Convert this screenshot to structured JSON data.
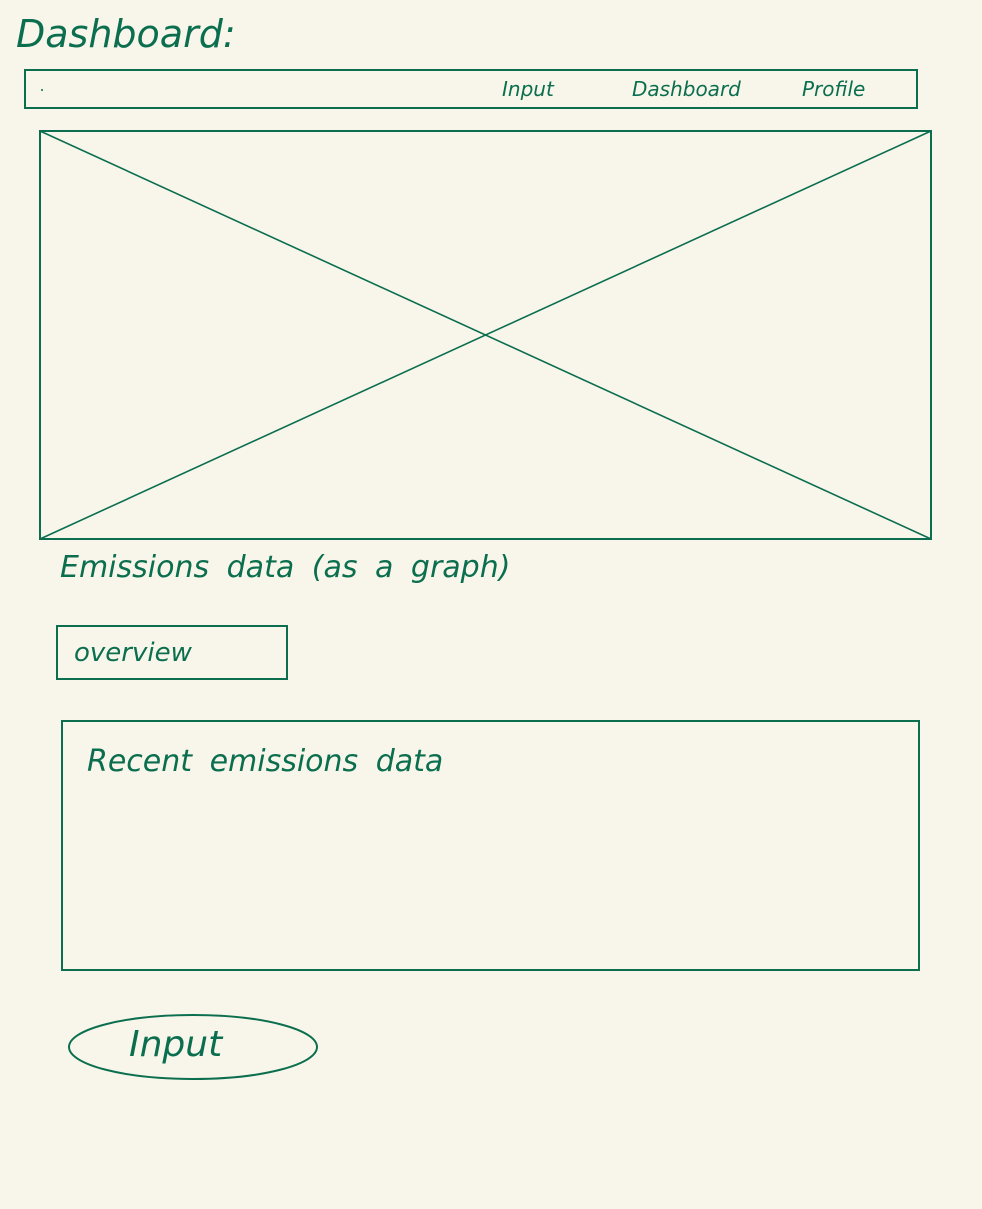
{
  "page": {
    "title": "Dashboard:"
  },
  "nav": {
    "items": [
      "Input",
      "Dashboard",
      "Profile"
    ]
  },
  "graph": {
    "caption": "Emissions data (as a graph)"
  },
  "overview": {
    "label": "overview"
  },
  "recent": {
    "title": "Recent emissions data"
  },
  "input_button": {
    "label": "Input"
  },
  "colors": {
    "ink": "#0b6e4f",
    "paper": "#f8f6ea"
  }
}
